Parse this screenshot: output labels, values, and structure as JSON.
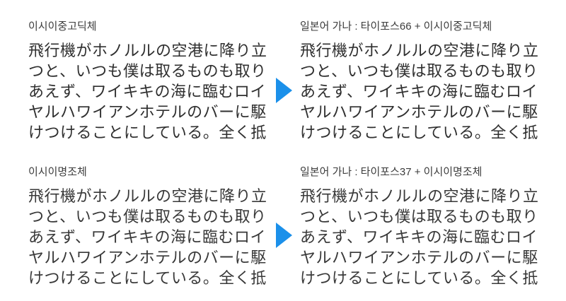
{
  "page": {
    "background": "#ffffff"
  },
  "colors": {
    "arrow_blue": "#1b90ea",
    "label_gray": "#3c3c3c",
    "text_dark": "#2f2f2f"
  },
  "rows": [
    {
      "left": {
        "label": "이시이중고딕체"
      },
      "right": {
        "label": "일본어 가나 : 타이포스66 + 이시이중고딕체"
      }
    },
    {
      "left": {
        "label": "이시이명조체"
      },
      "right": {
        "label": "일본어 가나 : 타이포스37 + 이시이명조체"
      }
    }
  ],
  "sample_text": {
    "text": "飛行機がホノルルの空港に降り立\nつと、いつも僕は取るものも取り\nあえず、ワイキキの海に臨むロイ\nヤルハワイアンホテルのバーに駆\nけつけることにしている。全く抵"
  },
  "icons": {
    "arrow": "right-arrow"
  }
}
